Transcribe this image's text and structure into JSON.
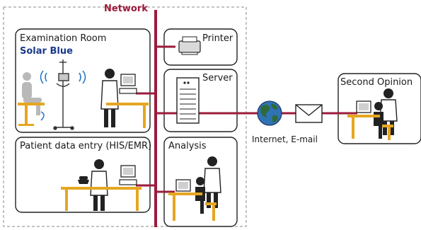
{
  "network_label": "Network",
  "rooms": {
    "examination": {
      "title": "Examination Room",
      "subtitle": "Solar Blue"
    },
    "printer": {
      "title": "Printer"
    },
    "server": {
      "title": "Server"
    },
    "patient_entry": {
      "title": "Patient data entry (HIS/EMR)"
    },
    "analysis": {
      "title": "Analysis"
    },
    "second_opinion": {
      "title": "Second Opinion"
    }
  },
  "internet_label": "Internet, E-mail",
  "colors": {
    "network_line": "#9b1b3b",
    "subtitle": "#1b3a8c",
    "desk": "#e6a621",
    "globe": "#2f72b5",
    "signal": "#2a78c8"
  }
}
